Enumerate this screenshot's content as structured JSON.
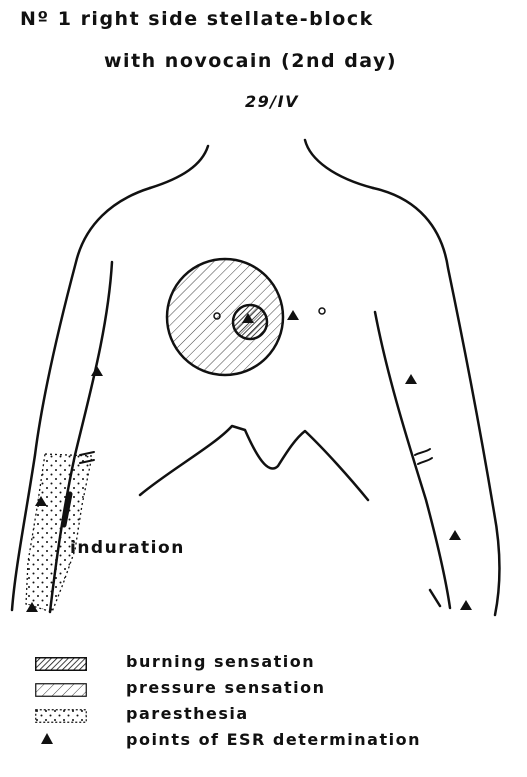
{
  "title_line1": "Nº 1 right side stellate-block",
  "title_line2": "with novocain (2nd day)",
  "date": "29/IV",
  "region_label": "induration",
  "legend": [
    {
      "label": "burning sensation",
      "pattern": "dense-hatch"
    },
    {
      "label": "pressure sensation",
      "pattern": "light-hatch"
    },
    {
      "label": "paresthesia",
      "pattern": "dots"
    },
    {
      "label": "points of ESR determination",
      "pattern": "triangle"
    }
  ],
  "colors": {
    "ink": "#111111",
    "paper": "#ffffff"
  }
}
